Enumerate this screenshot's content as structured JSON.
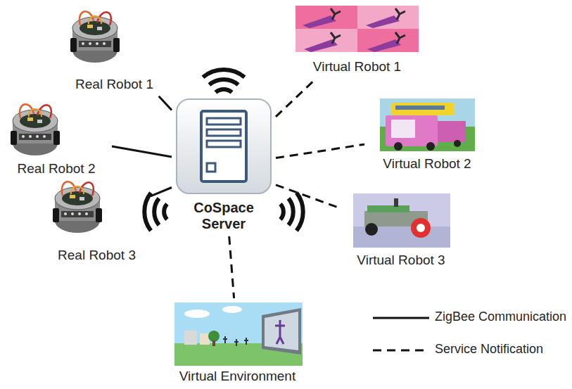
{
  "diagram": {
    "nodes": [
      {
        "text": [
          "Real Robot 1"
        ]
      },
      {
        "text": [
          "Real Robot 2"
        ]
      },
      {
        "text": [
          "Real Robot 3"
        ]
      },
      {
        "text": [
          "CoSpace Server"
        ]
      },
      {
        "text": [
          "Virtual Robot 1"
        ]
      },
      {
        "text": [
          "Virtual Robot 2"
        ]
      },
      {
        "text": [
          "Virtual Robot 3"
        ]
      },
      {
        "text": [
          "Virtual Environment"
        ]
      }
    ],
    "edges": [
      {
        "from": 0,
        "to": 3,
        "arrow": "none"
      },
      {
        "from": 1,
        "to": 3,
        "arrow": "none"
      },
      {
        "from": 2,
        "to": 3,
        "arrow": "none"
      },
      {
        "from": 3,
        "to": 4,
        "arrow": "none"
      },
      {
        "from": 3,
        "to": 5,
        "arrow": "none"
      },
      {
        "from": 3,
        "to": 6,
        "arrow": "none"
      },
      {
        "from": 3,
        "to": 7,
        "arrow": "none"
      }
    ],
    "legend": [
      {
        "text": "ZigBee Communication"
      },
      {
        "text": "Service Notification"
      }
    ]
  }
}
